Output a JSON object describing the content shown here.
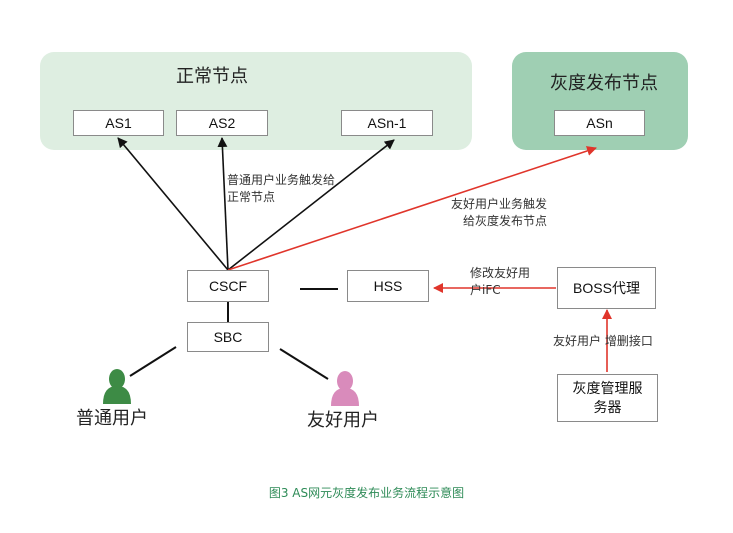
{
  "regions": {
    "normal_title": "正常节点",
    "gray_title": "灰度发布节点"
  },
  "nodes": {
    "as1": "AS1",
    "as2": "AS2",
    "asn1": "ASn-1",
    "asn": "ASn",
    "cscf": "CSCF",
    "hss": "HSS",
    "boss": "BOSS代理",
    "sbc": "SBC",
    "gray_server": "灰度管理服务器"
  },
  "labels": {
    "normal_trigger": "普通用户业务触发给正常节点",
    "friendly_trigger": "友好用户业务触发给灰度发布节点",
    "modify_ifc": "修改友好用户iFC",
    "add_delete_interface": "友好用户 增删接口"
  },
  "users": {
    "normal": "普通用户",
    "friendly": "友好用户"
  },
  "colors": {
    "normal_region": "#deeee1",
    "gray_region": "#9fcfb3",
    "normal_user_icon": "#3d8b45",
    "friendly_user_icon": "#d98bbb",
    "red_arrow": "#e0352b",
    "black_arrow": "#111111",
    "caption": "#2e8b57"
  },
  "caption": "图3 AS网元灰度发布业务流程示意图"
}
